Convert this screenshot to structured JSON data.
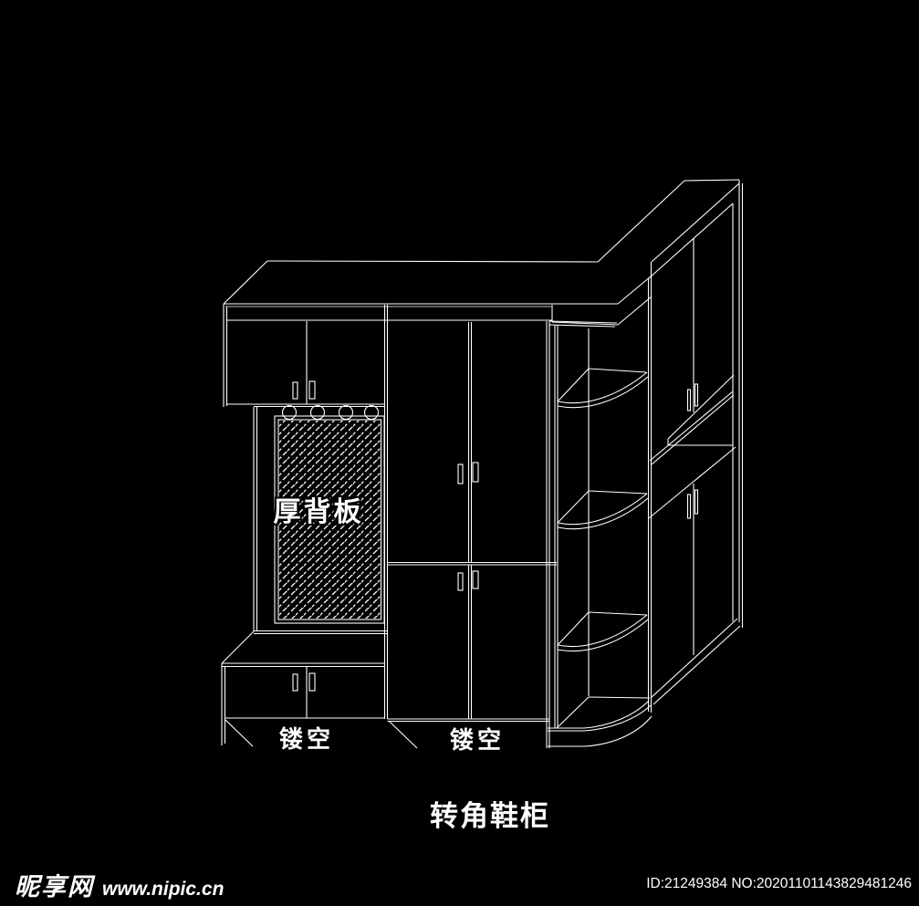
{
  "drawing": {
    "background_color": "#000000",
    "line_color": "#ffffff",
    "labels": {
      "back_panel": "厚背板",
      "hollow_left": "镂空",
      "hollow_middle": "镂空",
      "title": "转角鞋柜"
    }
  },
  "footer": {
    "site_name": "昵享网",
    "site_url": "www.nipic.cn",
    "image_info": "ID:21249384 NO:20201101143829481246"
  }
}
